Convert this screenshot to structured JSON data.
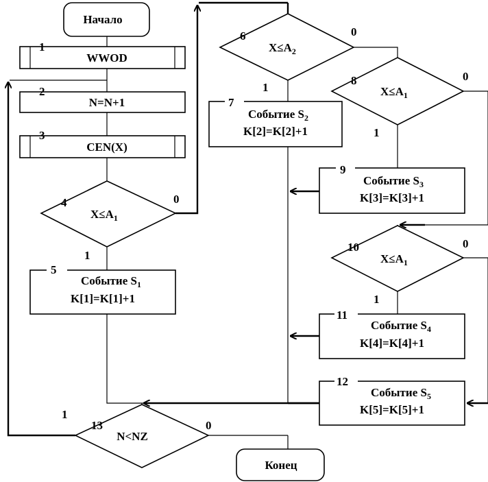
{
  "blocks": {
    "start": "Начало",
    "end": "Конец",
    "b1": {
      "num": "1",
      "text": "WWOD"
    },
    "b2": {
      "num": "2",
      "text": "N=N+1"
    },
    "b3": {
      "num": "3",
      "text": "CEN(X)"
    },
    "b4": {
      "num": "4",
      "cond_main": "X",
      "cond_op": "≤",
      "cond_var": "A",
      "cond_sub": "1",
      "yes": "1",
      "no": "0"
    },
    "b5": {
      "num": "5",
      "title": "Событие S",
      "title_sub": "1",
      "expr": "K[1]=K[1]+1"
    },
    "b6": {
      "num": "6",
      "cond_main": "X",
      "cond_op": "≤",
      "cond_var": "A",
      "cond_sub": "2",
      "yes": "1",
      "no": "0"
    },
    "b7": {
      "num": "7",
      "title": "Событие S",
      "title_sub": "2",
      "expr": "K[2]=K[2]+1"
    },
    "b8": {
      "num": "8",
      "cond_main": "X",
      "cond_op": "≤",
      "cond_var": "A",
      "cond_sub": "1",
      "yes": "1",
      "no": "0"
    },
    "b9": {
      "num": "9",
      "title": "Событие S",
      "title_sub": "3",
      "expr": "K[3]=K[3]+1"
    },
    "b10": {
      "num": "10",
      "cond_main": "X",
      "cond_op": "≤",
      "cond_var": "A",
      "cond_sub": "1",
      "yes": "1",
      "no": "0"
    },
    "b11": {
      "num": "11",
      "title": "Событие S",
      "title_sub": "4",
      "expr": "K[4]=K[4]+1"
    },
    "b12": {
      "num": "12",
      "title": "Событие S",
      "title_sub": "5",
      "expr": "K[5]=K[5]+1"
    },
    "b13": {
      "num": "13",
      "cond": "N<NZ",
      "yes": "1",
      "no": "0"
    }
  }
}
